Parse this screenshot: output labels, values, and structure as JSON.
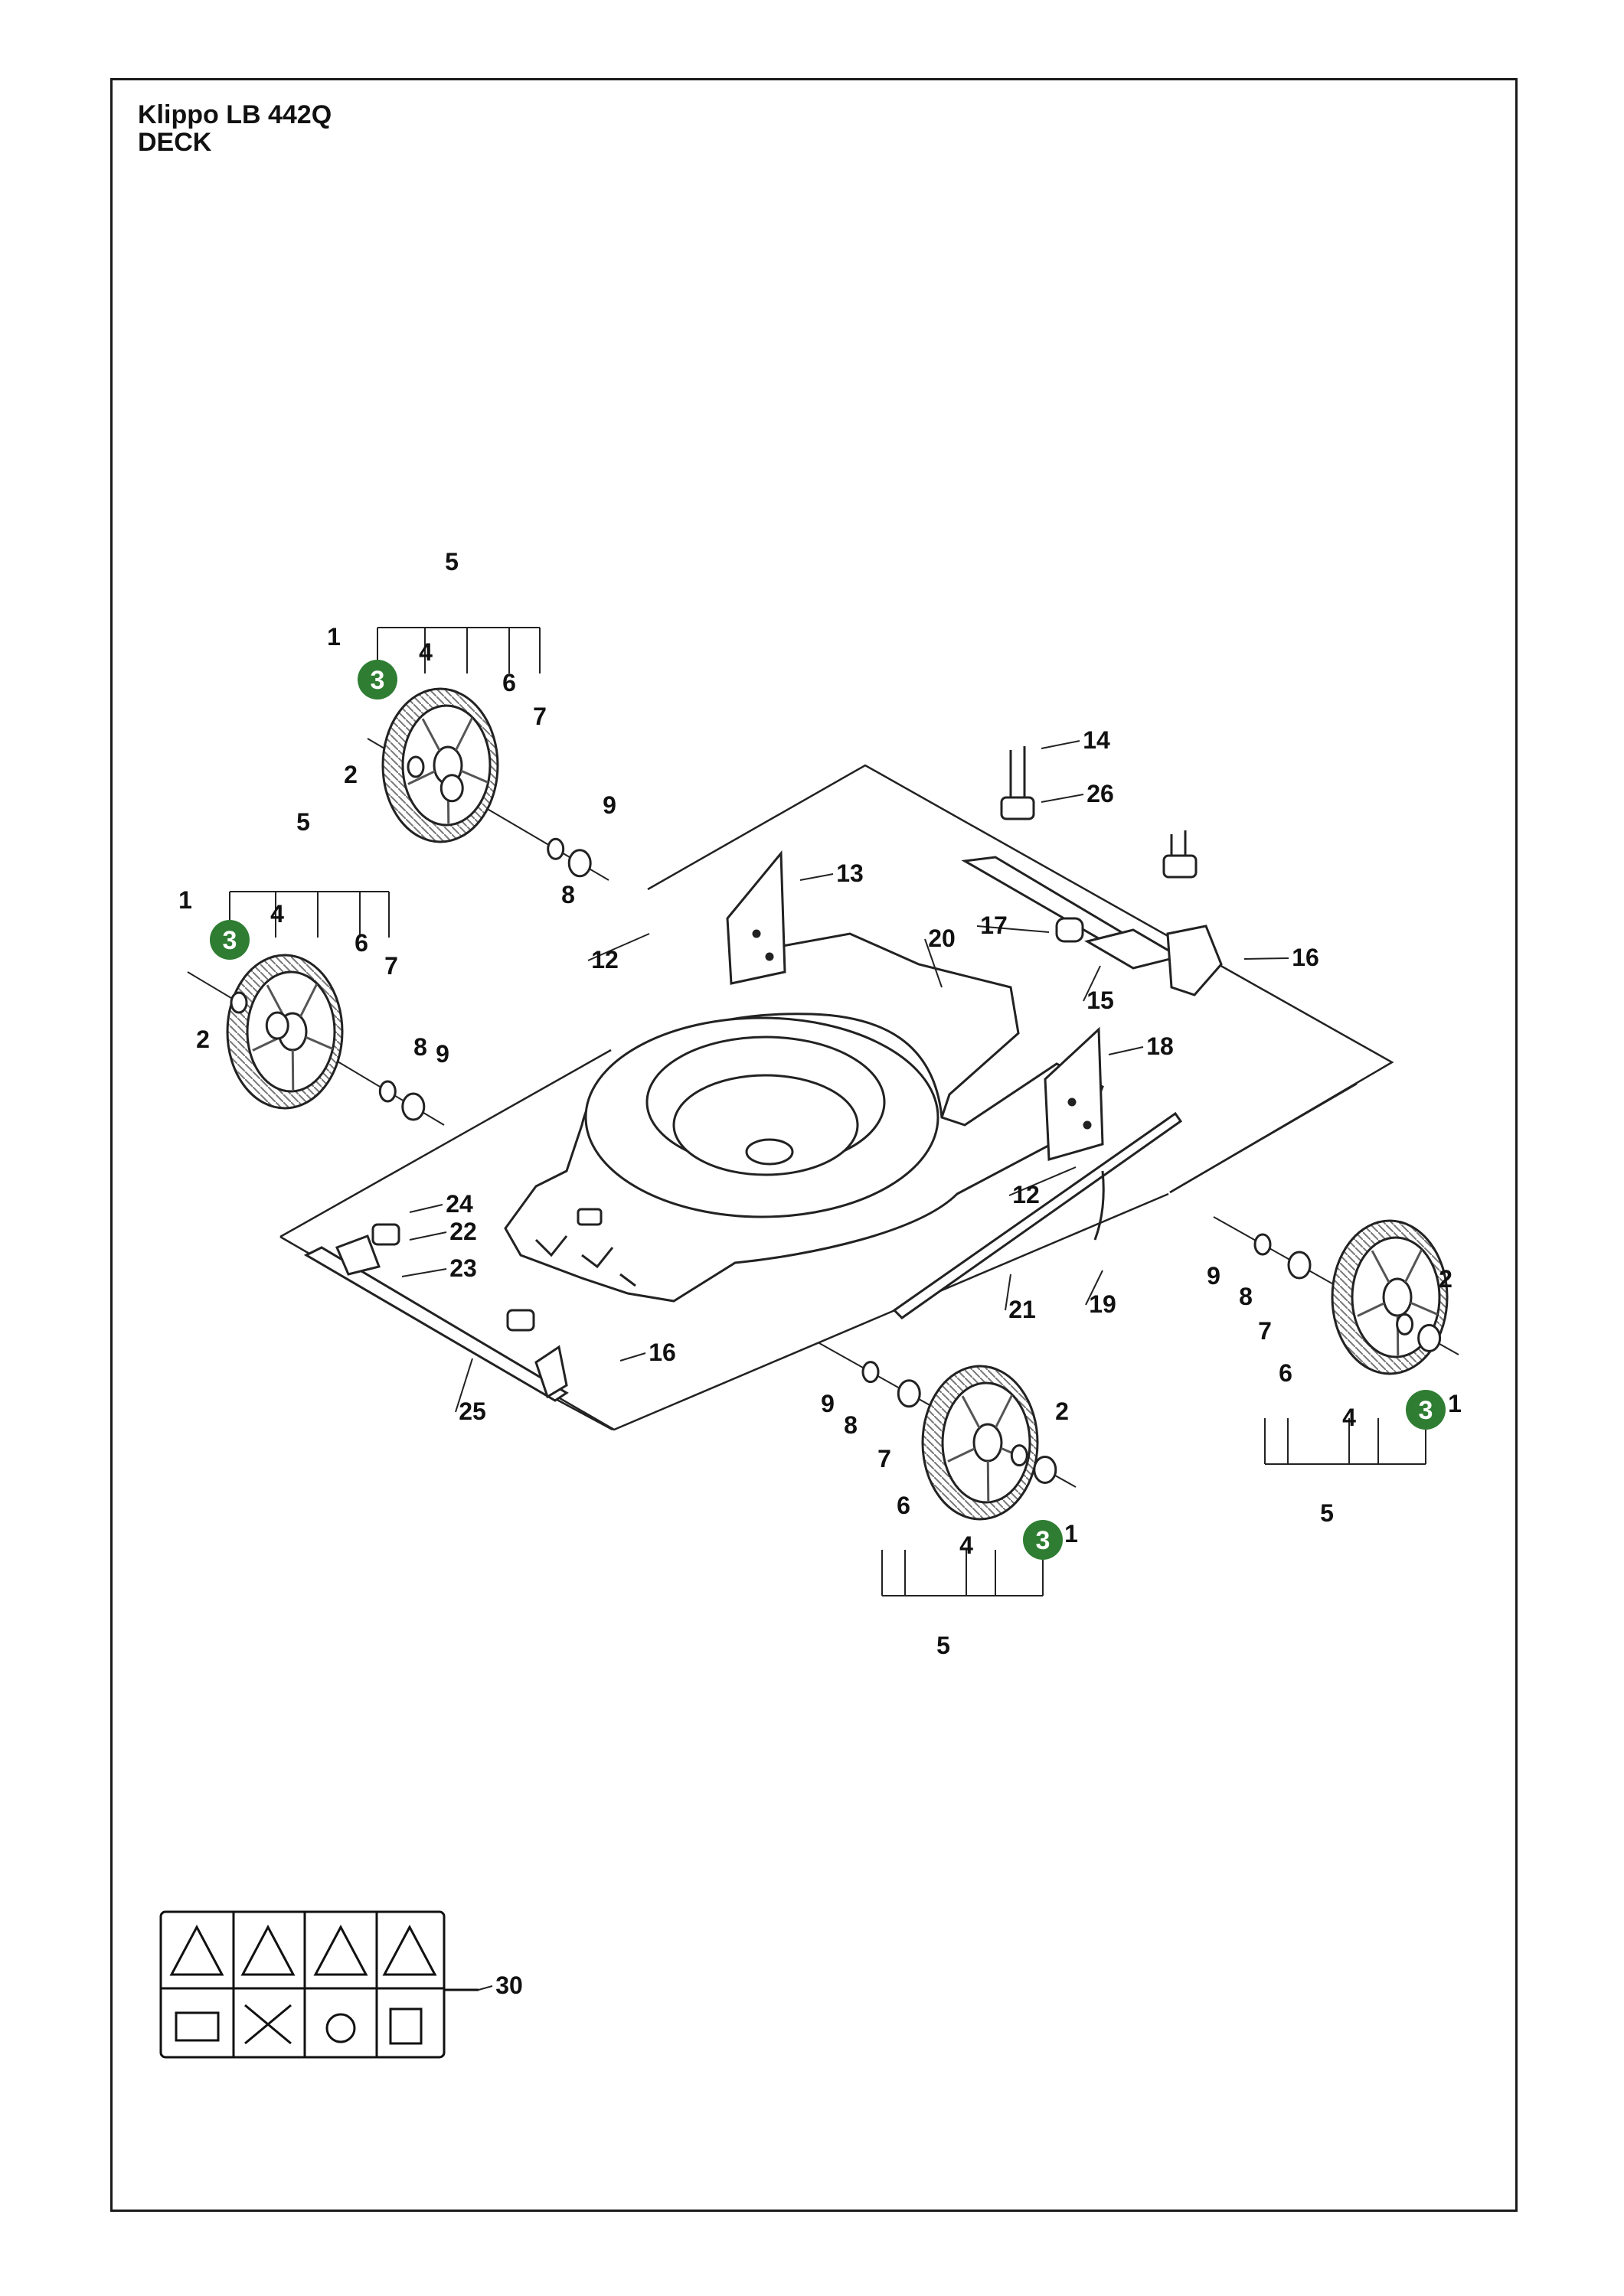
{
  "header": {
    "model": "Klippo LB 442Q",
    "section": "DECK"
  },
  "highlight_color": "#2e7d32",
  "wheels": [
    {
      "id": "wheel-rear-left",
      "highlight": "3",
      "labels": [
        "5",
        "1",
        "4",
        "6",
        "7",
        "2",
        "9",
        "8"
      ]
    },
    {
      "id": "wheel-front-left",
      "highlight": "3",
      "labels": [
        "5",
        "1",
        "4",
        "6",
        "7",
        "2",
        "8",
        "9"
      ]
    },
    {
      "id": "wheel-front-right",
      "highlight": "3",
      "labels": [
        "9",
        "8",
        "7",
        "6",
        "4",
        "2",
        "1",
        "5"
      ]
    },
    {
      "id": "wheel-rear-right",
      "highlight": "3",
      "labels": [
        "9",
        "8",
        "7",
        "6",
        "4",
        "2",
        "1",
        "5"
      ]
    }
  ],
  "callouts": {
    "p12a": "12",
    "p12b": "12",
    "p13": "13",
    "p14": "14",
    "p15": "15",
    "p16a": "16",
    "p16b": "16",
    "p17": "17",
    "p18": "18",
    "p19": "19",
    "p20": "20",
    "p21": "21",
    "p22": "22",
    "p23": "23",
    "p24": "24",
    "p25": "25",
    "p26": "26",
    "p30": "30"
  }
}
